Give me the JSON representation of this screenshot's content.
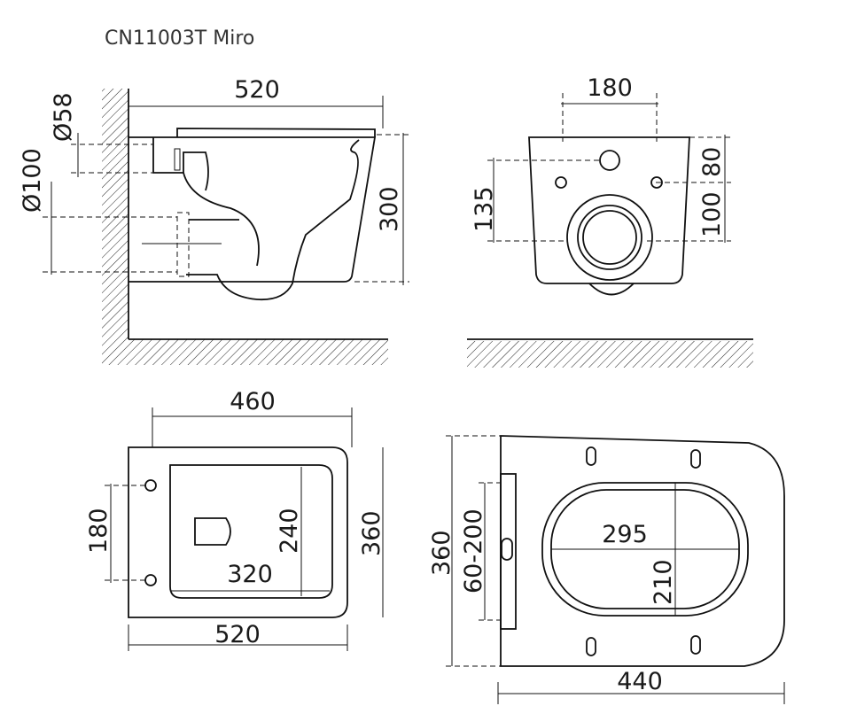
{
  "title": "CN11003T Miro",
  "side_view": {
    "width": "520",
    "inlet_diameter": "Ø58",
    "outlet_diameter": "Ø100",
    "height": "300"
  },
  "front_view": {
    "mount_spacing": "180",
    "outlet_height": "135",
    "inlet_offset": "80",
    "mount_offset": "100"
  },
  "top_view": {
    "overall_width": "460",
    "mount_spacing": "180",
    "bowl_width": "240",
    "overall_depth": "360",
    "bowl_length": "320",
    "overall_length": "520"
  },
  "seat_view": {
    "width": "360",
    "hinge_range": "60-200",
    "opening_length": "295",
    "opening_width": "210",
    "length": "440"
  }
}
